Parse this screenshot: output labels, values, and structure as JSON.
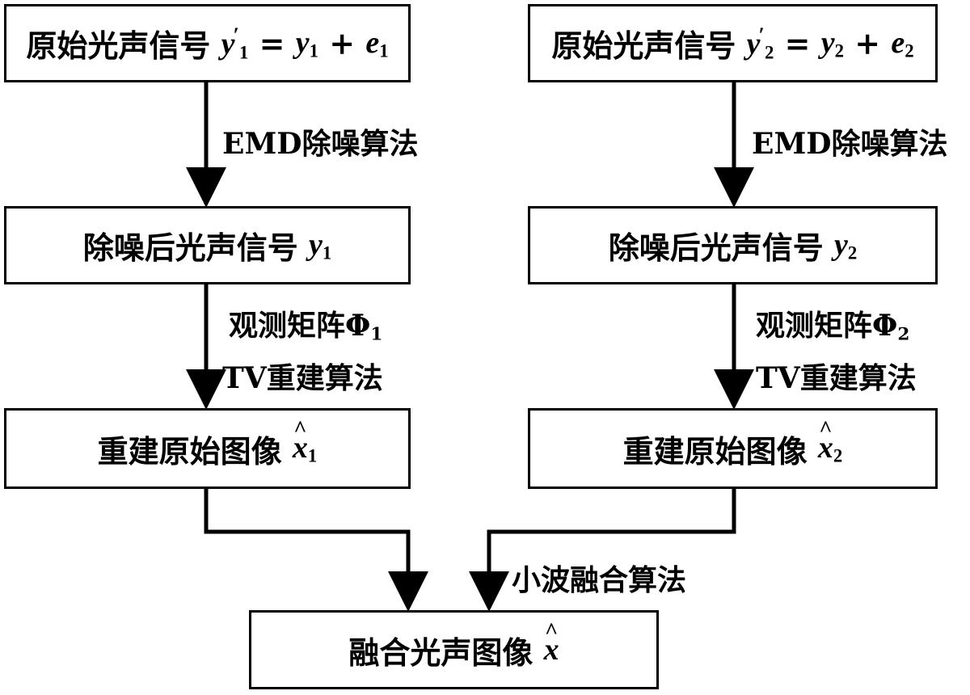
{
  "nodes": {
    "orig1": {
      "text": "原始光声信号",
      "var": "y",
      "prime": "′",
      "idx": "1",
      "eq": "=",
      "plus": "+",
      "rhs_var": "y",
      "rhs_idx": "1",
      "err_var": "e",
      "err_idx": "1"
    },
    "orig2": {
      "text": "原始光声信号",
      "var": "y",
      "prime": "′",
      "idx": "2",
      "eq": "=",
      "plus": "+",
      "rhs_var": "y",
      "rhs_idx": "2",
      "err_var": "e",
      "err_idx": "2"
    },
    "den1": {
      "text": "除噪后光声信号",
      "var": "y",
      "idx": "1"
    },
    "den2": {
      "text": "除噪后光声信号",
      "var": "y",
      "idx": "2"
    },
    "rec1": {
      "text": "重建原始图像",
      "var": "x",
      "hat": "^",
      "idx": "1"
    },
    "rec2": {
      "text": "重建原始图像",
      "var": "x",
      "hat": "^",
      "idx": "2"
    },
    "fused": {
      "text": "融合光声图像",
      "var": "x",
      "hat": "^"
    }
  },
  "edges": {
    "emd1": "EMD除噪算法",
    "emd2": "EMD除噪算法",
    "obs1": {
      "text": "观测矩阵",
      "sym": "Φ",
      "idx": "1"
    },
    "obs2": {
      "text": "观测矩阵",
      "sym": "Φ",
      "idx": "2"
    },
    "tv1": "TV重建算法",
    "tv2": "TV重建算法",
    "wavelet": "小波融合算法"
  }
}
